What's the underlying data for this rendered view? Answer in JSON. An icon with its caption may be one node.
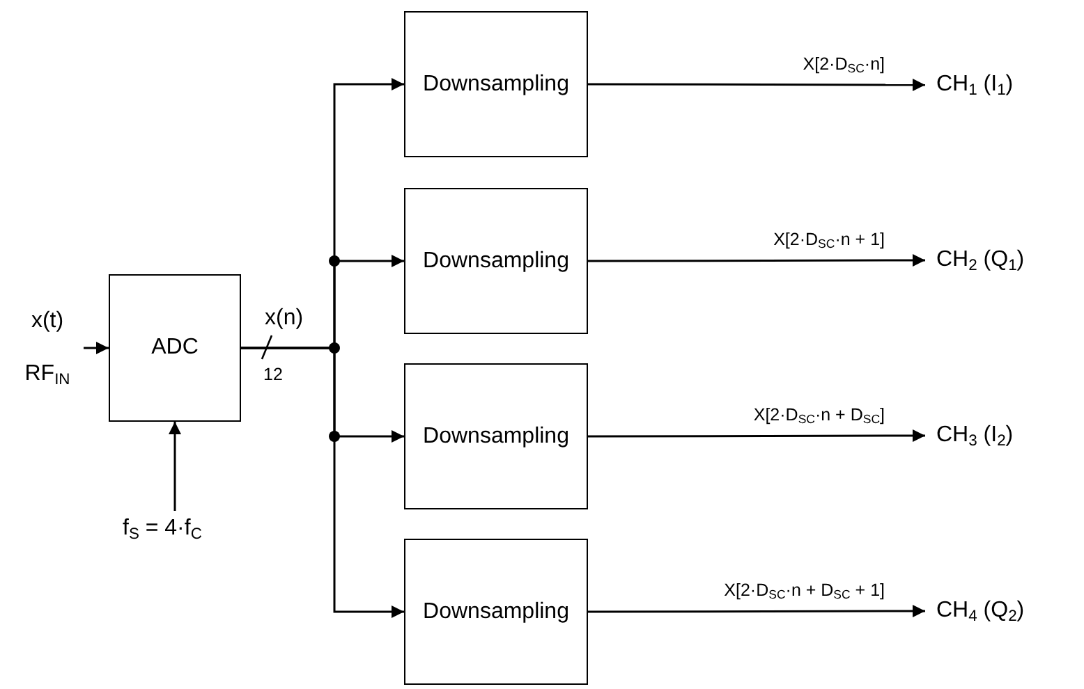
{
  "diagram": {
    "nodes": [
      {
        "text": [
          "x(t)",
          "RF$_{IN}$"
        ]
      },
      {
        "text": [
          "ADC"
        ]
      },
      {
        "text": [
          "f$_{S}$ = 4·f$_{C}$"
        ]
      },
      {
        "text": [
          "Downsampling"
        ]
      },
      {
        "text": [
          "Downsampling"
        ]
      },
      {
        "text": [
          "Downsampling"
        ]
      },
      {
        "text": [
          "Downsampling"
        ]
      },
      {
        "text": [
          "CH$_{1}$ (I$_{1}$)"
        ]
      },
      {
        "text": [
          "CH$_{2}$ (Q$_{1}$)"
        ]
      },
      {
        "text": [
          "CH$_{3}$ (I$_{2}$)"
        ]
      },
      {
        "text": [
          "CH$_{4}$ (Q$_{2}$)"
        ]
      }
    ],
    "edges": [
      {
        "from": 0,
        "to": 1,
        "arrow": "to"
      },
      {
        "from": 2,
        "to": 1,
        "arrow": "to"
      },
      {
        "from": 1,
        "to": 3,
        "arrow": "to"
      },
      {
        "from": 1,
        "to": 4,
        "arrow": "to"
      },
      {
        "from": 1,
        "to": 5,
        "arrow": "to"
      },
      {
        "from": 1,
        "to": 6,
        "arrow": "to"
      },
      {
        "from": 3,
        "to": 7,
        "arrow": "to",
        "label": "X[2·D$_{SC}$·n]"
      },
      {
        "from": 4,
        "to": 8,
        "arrow": "to",
        "label": "X[2·D$_{SC}$·n + 1]"
      },
      {
        "from": 5,
        "to": 9,
        "arrow": "to",
        "label": "X[2·D$_{SC}$·n + D$_{SC}$]"
      },
      {
        "from": 6,
        "to": 10,
        "arrow": "to",
        "label": "X[2·D$_{SC}$·n + D$_{SC}$ + 1]"
      }
    ],
    "labels": [
      "x(n)",
      "12"
    ]
  }
}
